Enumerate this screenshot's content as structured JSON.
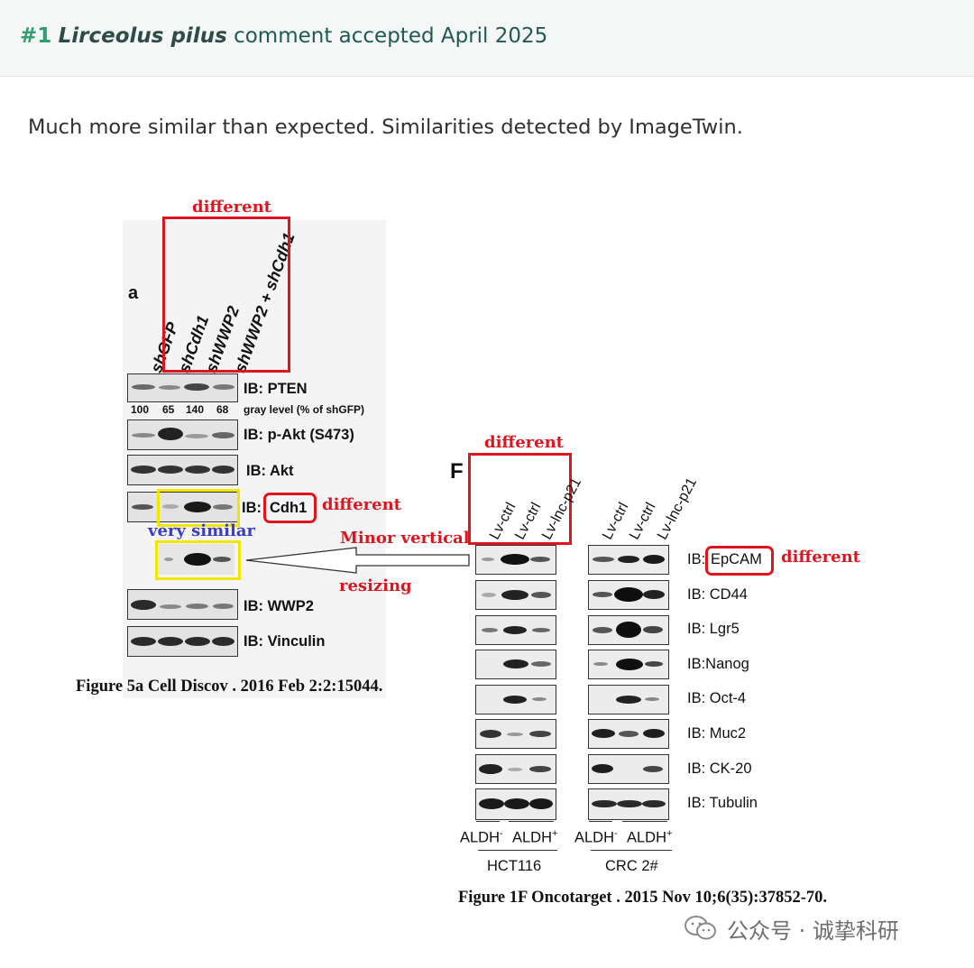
{
  "header": {
    "number": "#1",
    "author": "Lirceolus pilus",
    "status": "comment accepted April 2025"
  },
  "comment": "Much more similar than expected. Similarities detected by ImageTwin.",
  "left_figure": {
    "panel_letter": "a",
    "lanes": [
      "shGFP",
      "shCdh1",
      "shWWP2",
      "shWWP2 + shCdh1"
    ],
    "rows": [
      "IB: PTEN",
      "IB: p-Akt (S473)",
      "IB: Akt",
      "IB:",
      "IB: WWP2",
      "IB: Vinculin"
    ],
    "cdh1_label": "Cdh1",
    "gray_values": [
      "100",
      "65",
      "140",
      "68"
    ],
    "gray_caption": "gray level (% of shGFP)",
    "caption": "Figure 5a Cell Discov . 2016 Feb 2:2:15044."
  },
  "right_figure": {
    "panel_letter": "F",
    "lanes": [
      "Lv-ctrl",
      "Lv-ctrl",
      "Lv-lnc-p21",
      "Lv-ctrl",
      "Lv-ctrl",
      "Lv-lnc-p21"
    ],
    "rows": [
      "IB:",
      "IB: CD44",
      "IB: Lgr5",
      "IB:Nanog",
      "IB: Oct-4",
      "IB: Muc2",
      "IB: CK-20",
      "IB: Tubulin"
    ],
    "epcam_label": "EpCAM",
    "aldh_neg": "ALDH",
    "aldh_pos": "ALDH",
    "neg_sign": "-",
    "pos_sign": "+",
    "cell_lines": [
      "HCT116",
      "CRC 2#"
    ],
    "caption": "Figure 1F Oncotarget . 2015 Nov 10;6(35):37852-70."
  },
  "annotations": {
    "different": "different",
    "very_similar": "very similar",
    "minor_vertical": "Minor vertical",
    "resizing": "resizing"
  },
  "colors": {
    "annotation_red": "#e0141e",
    "annotation_yellow": "#f2e600",
    "annotation_blue": "#3a3fc9",
    "header_green": "#2e9e6e"
  },
  "watermark": {
    "icon": "wechat-icon",
    "text": "公众号 · 诚挚科研"
  }
}
